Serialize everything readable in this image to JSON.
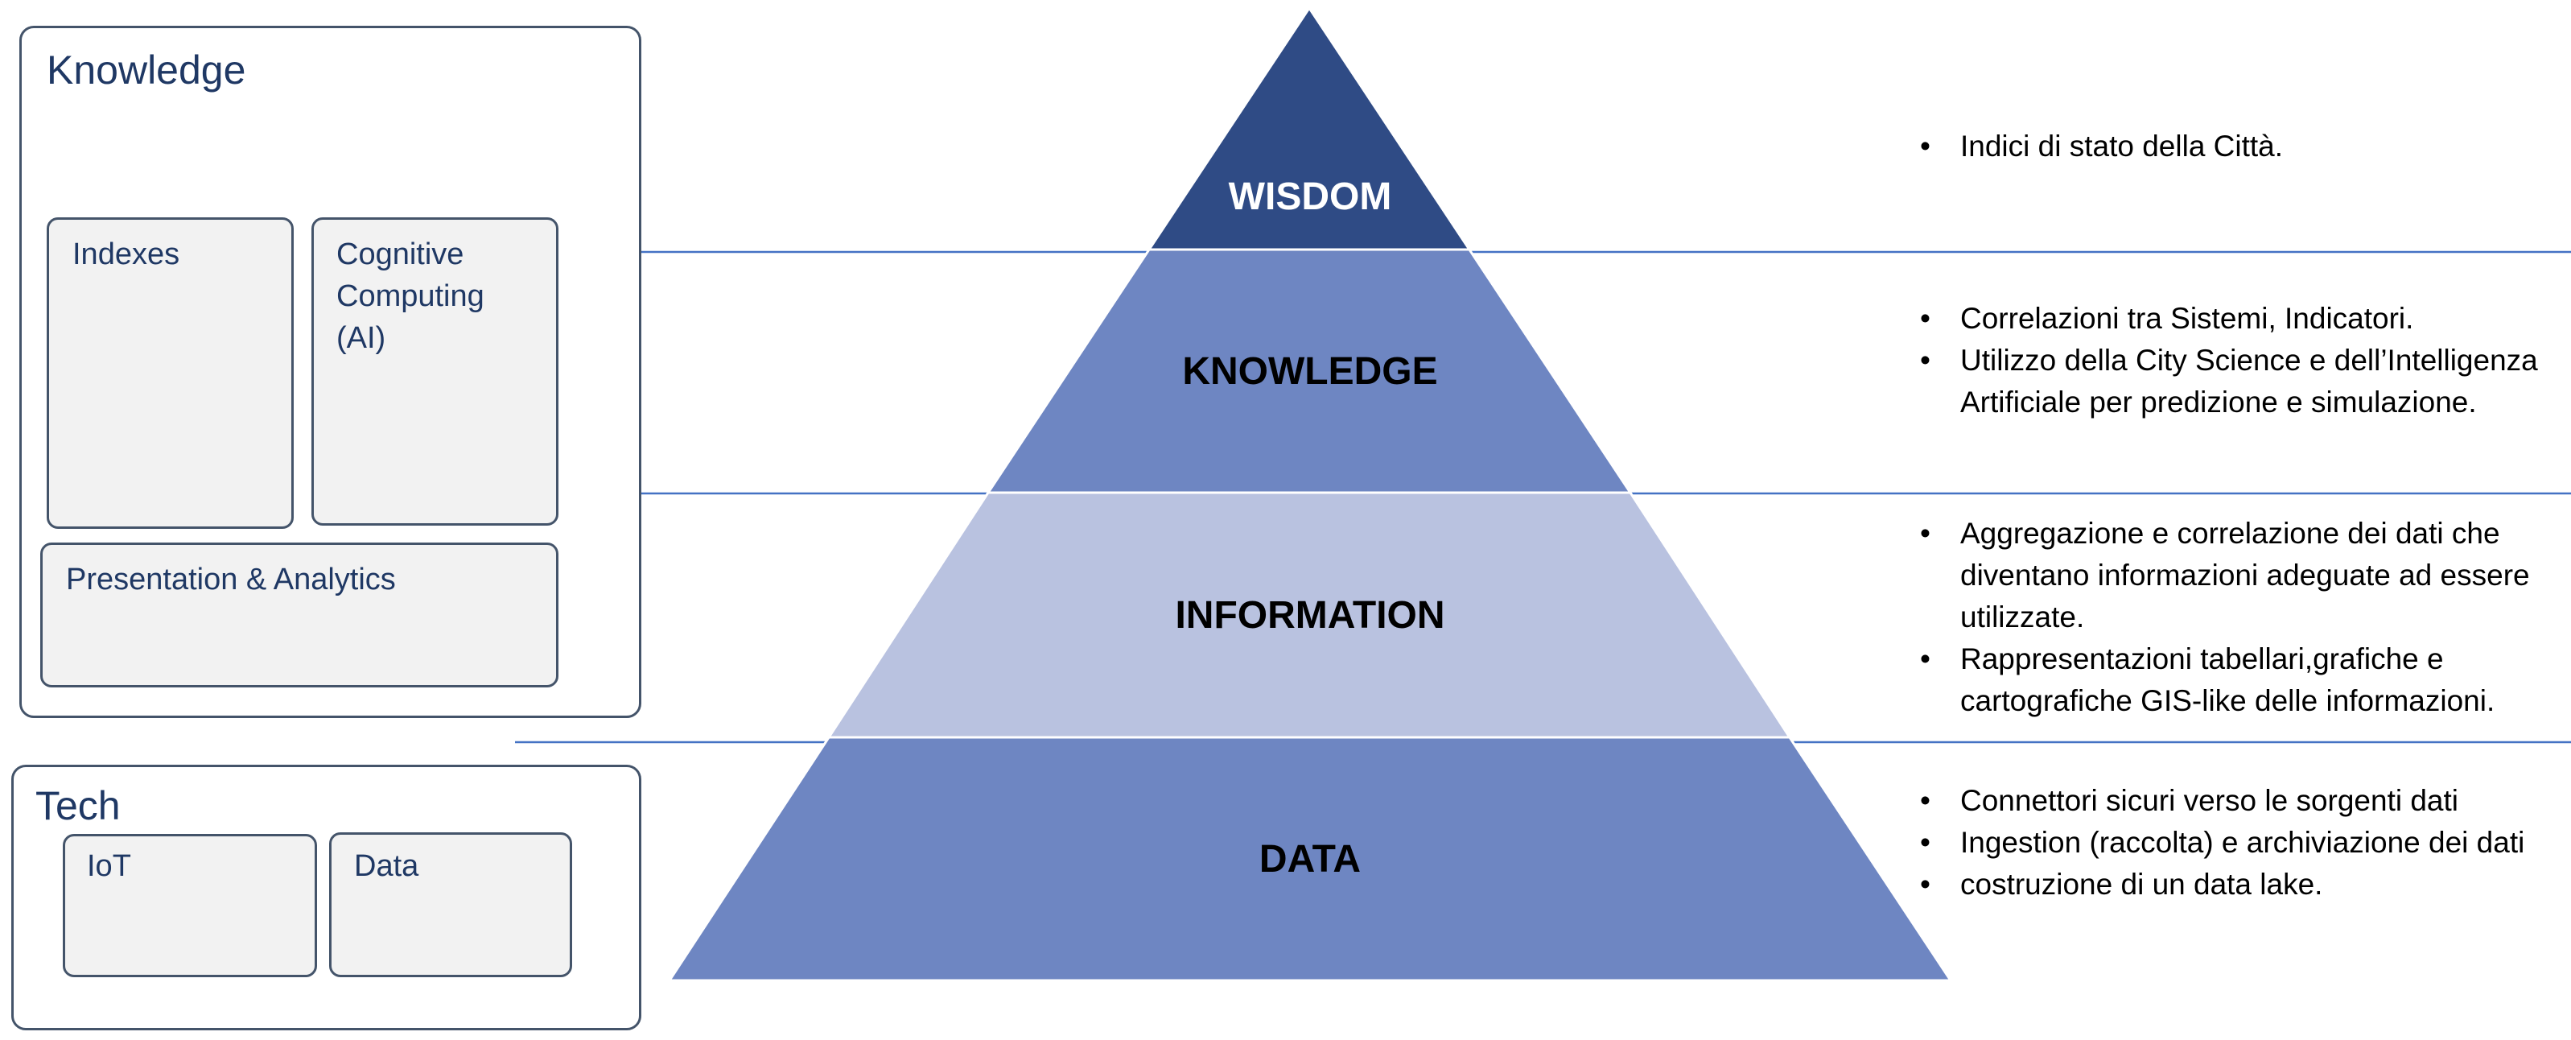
{
  "knowledge_panel": {
    "title": "Knowledge",
    "boxes": [
      "Indexes",
      "Cognitive\nComputing\n(AI)",
      "Presentation & Analytics"
    ]
  },
  "tech_panel": {
    "title": "Tech",
    "boxes": [
      "IoT",
      "Data"
    ]
  },
  "pyramid": {
    "colors": {
      "wisdom": "#2f4b85",
      "knowledge": "#6e86c2",
      "information": "#b9c2e0",
      "data": "#6e86c2",
      "separator": "#4472c4"
    },
    "levels": [
      {
        "label": "WISDOM",
        "bullets": [
          "Indici di stato della Città."
        ]
      },
      {
        "label": "KNOWLEDGE",
        "bullets": [
          "Correlazioni tra Sistemi, Indicatori.",
          "Utilizzo della City Science e dell’Intelligenza Artificiale per predizione e simulazione."
        ]
      },
      {
        "label": "INFORMATION",
        "bullets": [
          "Aggregazione e correlazione dei dati che diventano informazioni adeguate ad essere utilizzate.",
          "Rappresentazioni tabellari,grafiche e cartografiche GIS-like delle informazioni."
        ]
      },
      {
        "label": "DATA",
        "bullets": [
          "Connettori sicuri verso le sorgenti dati",
          "Ingestion (raccolta) e archiviazione dei dati",
          "costruzione di un data lake."
        ]
      }
    ]
  }
}
